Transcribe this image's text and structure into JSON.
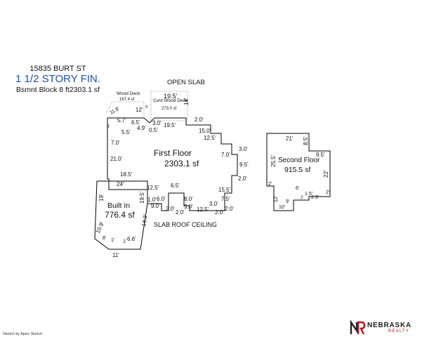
{
  "header": {
    "address": "15835 BURT ST",
    "story": "1 1/2 STORY FIN.",
    "basement": "Bsmnt Block 8 ft2303.1 sf"
  },
  "labels": {
    "open_slab": "OPEN SLAB",
    "slab_roof": "SLAB ROOF CEILING",
    "wood_deck": "Wood Deck",
    "wood_deck_area": "167.4 sf",
    "cvrd_deck": "Cvrd Wood Deck",
    "cvrd_deck_area": "273.0 sf",
    "first_floor": "First Floor",
    "first_floor_area": "2303.1 sf",
    "built_in": "Built In",
    "built_in_area": "776.4 sf",
    "second_floor": "Second Floor",
    "second_floor_area": "915.5 sf"
  },
  "dims": {
    "deck_top": "19.5'",
    "deck_right": "14'",
    "deck_small": "12'",
    "deck_9": "9'",
    "d118": "11.8'",
    "d8": "8'",
    "d57": "5.7'",
    "d65": "6.5'",
    "d49": "4.9'",
    "d30a": "3.0'",
    "d195a": "19.5'",
    "d05": "0.5'",
    "d55": "5.5'",
    "d20a": "2.0'",
    "d150": "15.0'",
    "d125a": "12.5'",
    "d70a": "7.0'",
    "d30b": "3.0'",
    "d95": "9.5'",
    "d20b": "2.0'",
    "d70b": "7.0'",
    "d210": "21.0'",
    "d185": "18.5'",
    "d24": "24'",
    "d19": "19'",
    "d195b": "19.5'",
    "d125b": "12.5'",
    "d65b": "6.5'",
    "d10": "1.0'",
    "d60": "6.0'",
    "d90": "9.0'",
    "d20c": "2.0'",
    "d20d": "2.0'",
    "d80": "8.0'",
    "d30c": "3.0'",
    "d30d": "3.0'",
    "d125c": "12.5'",
    "d20e": "2.0'",
    "d20f": "2.0'",
    "d155": "15.5'",
    "d75": "7.5'",
    "d109": "10.9'",
    "d143": "14.3'",
    "d8b": "8'",
    "d1a": "1'",
    "d1b": "1'",
    "d66": "6.6'",
    "d11": "11'",
    "s21": "21'",
    "s85": "8.5'",
    "s95": "9.5'",
    "s255": "25.5'",
    "s22": "22'",
    "s2a": "2'",
    "s6": "6'",
    "s2b": "2'",
    "s15": "1.5'",
    "s29": "2.9'",
    "s2c": "2'",
    "s12": "12'",
    "s10": "10'",
    "s9": "9'"
  },
  "footer": "Sketch by Apex Sketch",
  "logo": {
    "name": "NEBRASKA",
    "sub": "REALTY",
    "red": "#b5121b",
    "dark": "#222222",
    "accent_blue": "#1f4fb3"
  }
}
